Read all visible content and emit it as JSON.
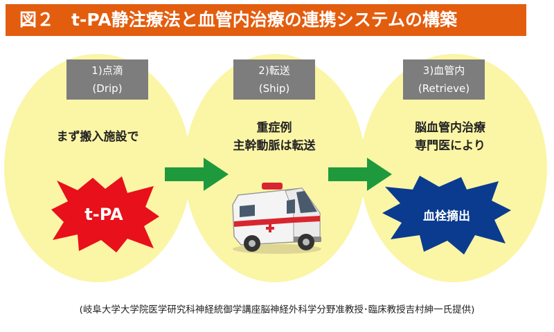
{
  "title": "図２　t-PA静注療法と血管内治療の連携システムの構築",
  "steps": [
    {
      "label_line1": "1)点滴",
      "label_line2": "(Drip)",
      "desc_lines": [
        "まず搬入施設で"
      ],
      "burst_text": "t-PA"
    },
    {
      "label_line1": "2)転送",
      "label_line2": "(Ship)",
      "desc_lines": [
        "重症例",
        "主幹動脈は転送"
      ]
    },
    {
      "label_line1": "3)血管内",
      "label_line2": "(Retrieve)",
      "desc_lines": [
        "脳血管内治療",
        "専門医により"
      ],
      "burst_text": "血栓摘出"
    }
  ],
  "credit": "(岐阜大学大学院医学研究科神経統御学講座脳神経外科学分野准教授･臨床教授吉村紳一氏提供)",
  "colors": {
    "title_bg": "#e35d0f",
    "bubble": "#fbf5a6",
    "label_bg": "#7d7d7d",
    "arrow": "#1e9a3c",
    "burst_red": "#e8101a",
    "burst_blue": "#0a3b8f"
  },
  "icons": [
    "ambulance-icon",
    "right-arrow-icon",
    "starburst-shape"
  ]
}
